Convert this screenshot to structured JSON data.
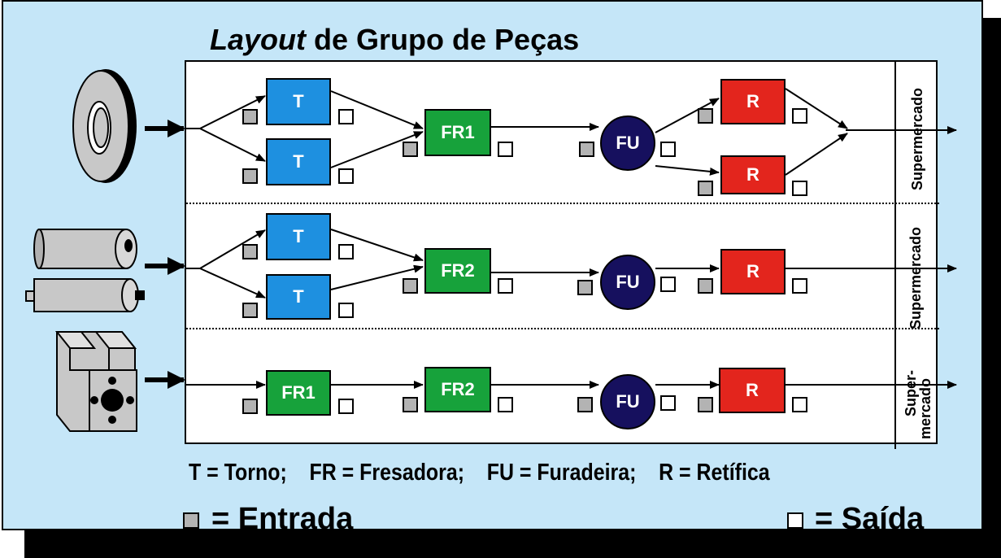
{
  "title": {
    "italic": "Layout",
    "rest": " de Grupo de Peças"
  },
  "rows": [
    {
      "machines": [
        {
          "label": "T"
        },
        {
          "label": "T"
        },
        {
          "label": "FR1"
        },
        {
          "label": "FU"
        },
        {
          "label": "R"
        },
        {
          "label": "R"
        }
      ],
      "supermarket": "Supermercado"
    },
    {
      "machines": [
        {
          "label": "T"
        },
        {
          "label": "T"
        },
        {
          "label": "FR2"
        },
        {
          "label": "FU"
        },
        {
          "label": "R"
        }
      ],
      "supermarket": "Supermercado"
    },
    {
      "machines": [
        {
          "label": "FR1"
        },
        {
          "label": "FR2"
        },
        {
          "label": "FU"
        },
        {
          "label": "R"
        }
      ],
      "supermarket_line1": "Super-",
      "supermarket_line2": "mercado"
    }
  ],
  "legend": {
    "abbrev": "T = Torno;    FR = Fresadora;    FU = Furadeira;    R = Retífica",
    "entrada": "= Entrada",
    "saida": "= Saída"
  },
  "colors": {
    "background": "#c5e6f8",
    "torno": "#1e90e0",
    "fresadora": "#17a23b",
    "furadeira": "#16105e",
    "retifica": "#e3251d",
    "entrada_square": "#b3b3b3",
    "saida_square": "#ffffff"
  },
  "icons": [
    "washer-part-icon",
    "cylinder-parts-icon",
    "block-part-icon"
  ]
}
